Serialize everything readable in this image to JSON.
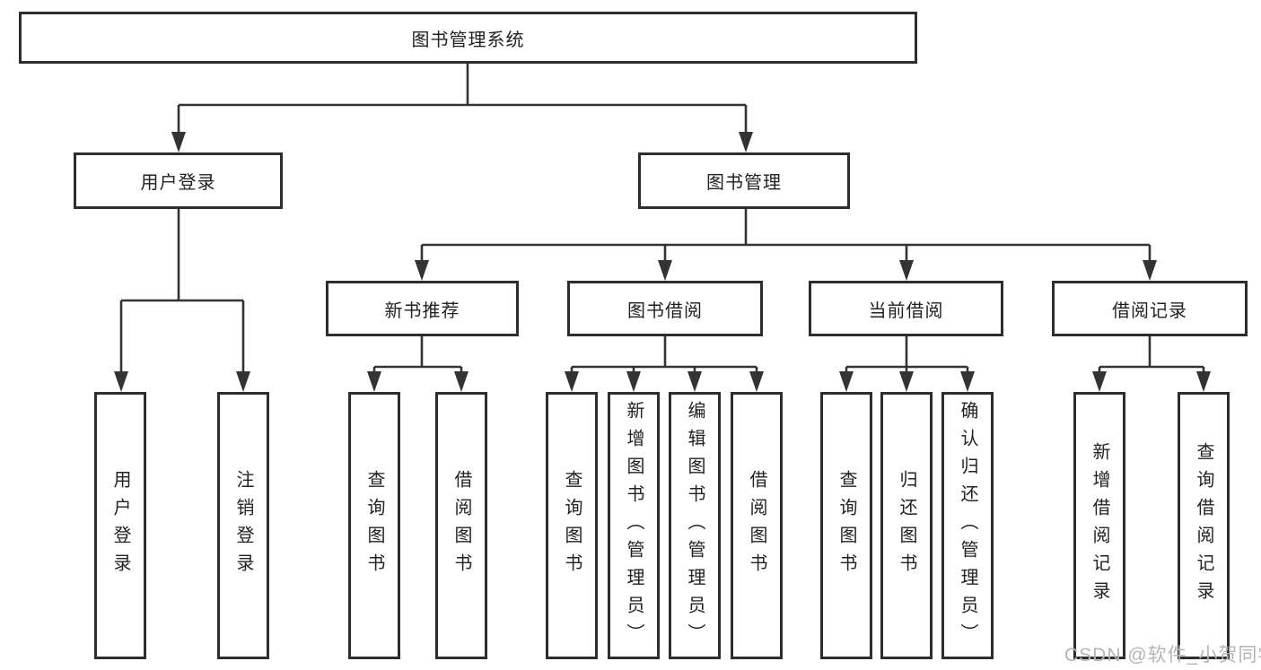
{
  "diagram_title": "图书管理系统",
  "tree": {
    "root": "图书管理系统",
    "branches": [
      {
        "label": "用户登录",
        "children": [
          "用户登录",
          "注销登录"
        ]
      },
      {
        "label": "图书管理",
        "sections": [
          {
            "label": "新书推荐",
            "children": [
              "查询图书",
              "借阅图书"
            ]
          },
          {
            "label": "图书借阅",
            "children": [
              "查询图书",
              "新增图书（管理员）",
              "编辑图书（管理员）",
              "借阅图书"
            ]
          },
          {
            "label": "当前借阅",
            "children": [
              "查询图书",
              "归还图书",
              "确认归还（管理员）"
            ]
          },
          {
            "label": "借阅记录",
            "children": [
              "新增借阅记录",
              "查询借阅记录"
            ]
          }
        ]
      }
    ]
  },
  "watermark": "CSDN @软件_小贺同学",
  "colors": {
    "line": "#333333",
    "border": "#2d2d2d",
    "text": "#222222",
    "background": "#ffffff",
    "watermark": "#b5b5b5"
  }
}
